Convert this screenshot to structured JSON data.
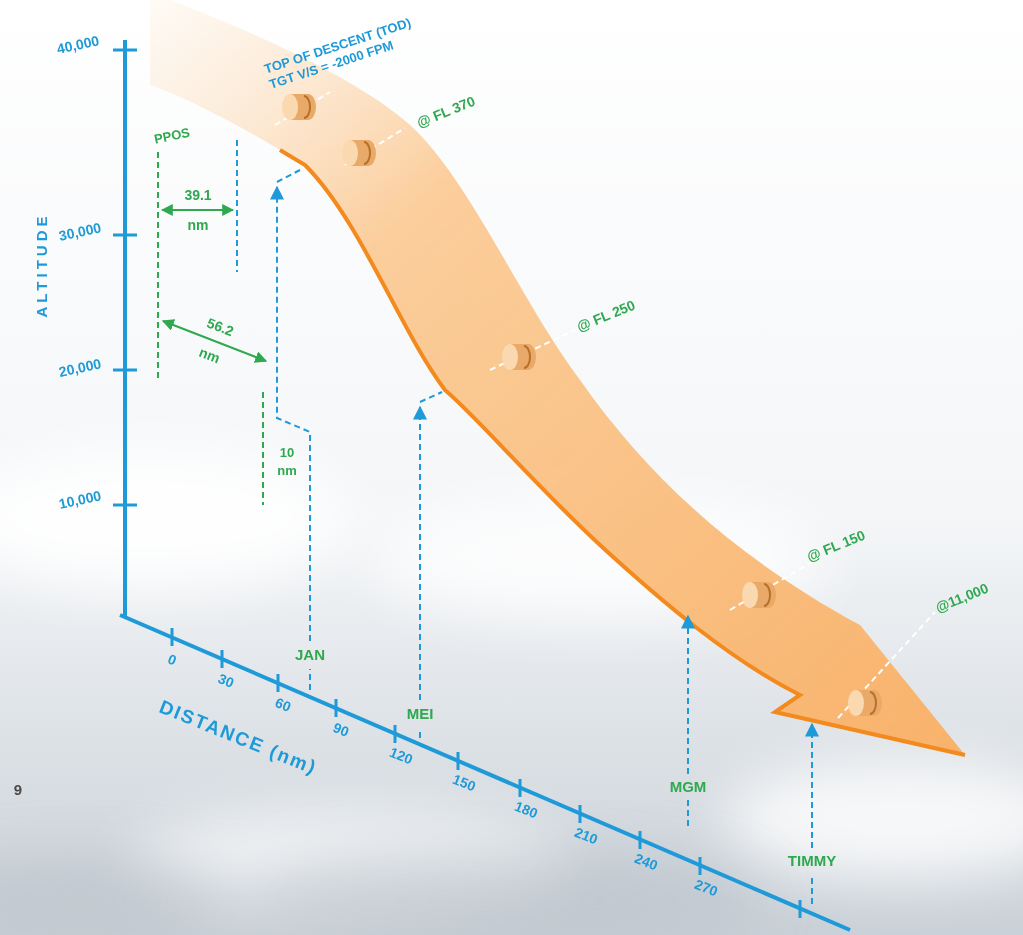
{
  "diagram": {
    "labels": [
      "40,000",
      "30,000",
      "20,000",
      "10,000",
      "ALTITUDE",
      "PPOS",
      "39.1 nm",
      "56.2 nm",
      "10 nm",
      "TOP OF DESCENT (TOD) TGT V/S = -2000 FPM",
      "@ FL 370",
      "@ FL 250",
      "@ FL 150",
      "@11,000",
      "JAN",
      "MEI",
      "MGM",
      "TIMMY",
      "0",
      "30",
      "60",
      "90",
      "120",
      "150",
      "180",
      "210",
      "240",
      "270",
      "DISTANCE (nm)",
      "9"
    ]
  }
}
